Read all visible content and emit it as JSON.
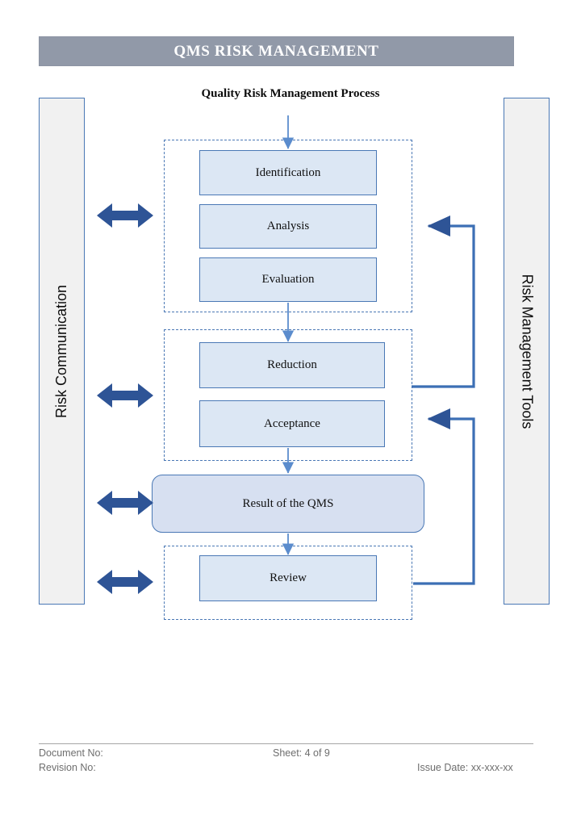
{
  "header": {
    "title": "QMS RISK MANAGEMENT",
    "bar_color": "#9199a8",
    "text_color": "#ffffff"
  },
  "diagram": {
    "heading": "Quality Risk Management Process",
    "accent_border": "#4a78b5",
    "box_fill": "#dce7f4",
    "result_fill": "#d7e0f1",
    "arrow_color": "#2e5496",
    "connector_color": "#4a78b5",
    "side_bars": [
      {
        "name": "risk-communication",
        "label": "Risk Communication",
        "position": "left"
      },
      {
        "name": "risk-management-tools",
        "label": "Risk Management Tools",
        "position": "right"
      }
    ],
    "groups": [
      {
        "name": "risk-assessment",
        "boxes": [
          "Identification",
          "Analysis",
          "Evaluation"
        ]
      },
      {
        "name": "risk-control",
        "boxes": [
          "Reduction",
          "Acceptance"
        ]
      },
      {
        "name": "risk-review",
        "boxes": [
          "Review"
        ]
      }
    ],
    "boxes": {
      "identification": "Identification",
      "analysis": "Analysis",
      "evaluation": "Evaluation",
      "reduction": "Reduction",
      "acceptance": "Acceptance",
      "result": "Result of the QMS",
      "review": "Review"
    },
    "bidirectional_arrow_count": 4,
    "feedback_loops": 2
  },
  "footer": {
    "document_no": "Document No:",
    "revision_no": "Revision No:",
    "sheet": "Sheet: 4 of 9",
    "issue_date": "Issue Date: xx-xxx-xx",
    "text_color": "#6e6e6e"
  }
}
